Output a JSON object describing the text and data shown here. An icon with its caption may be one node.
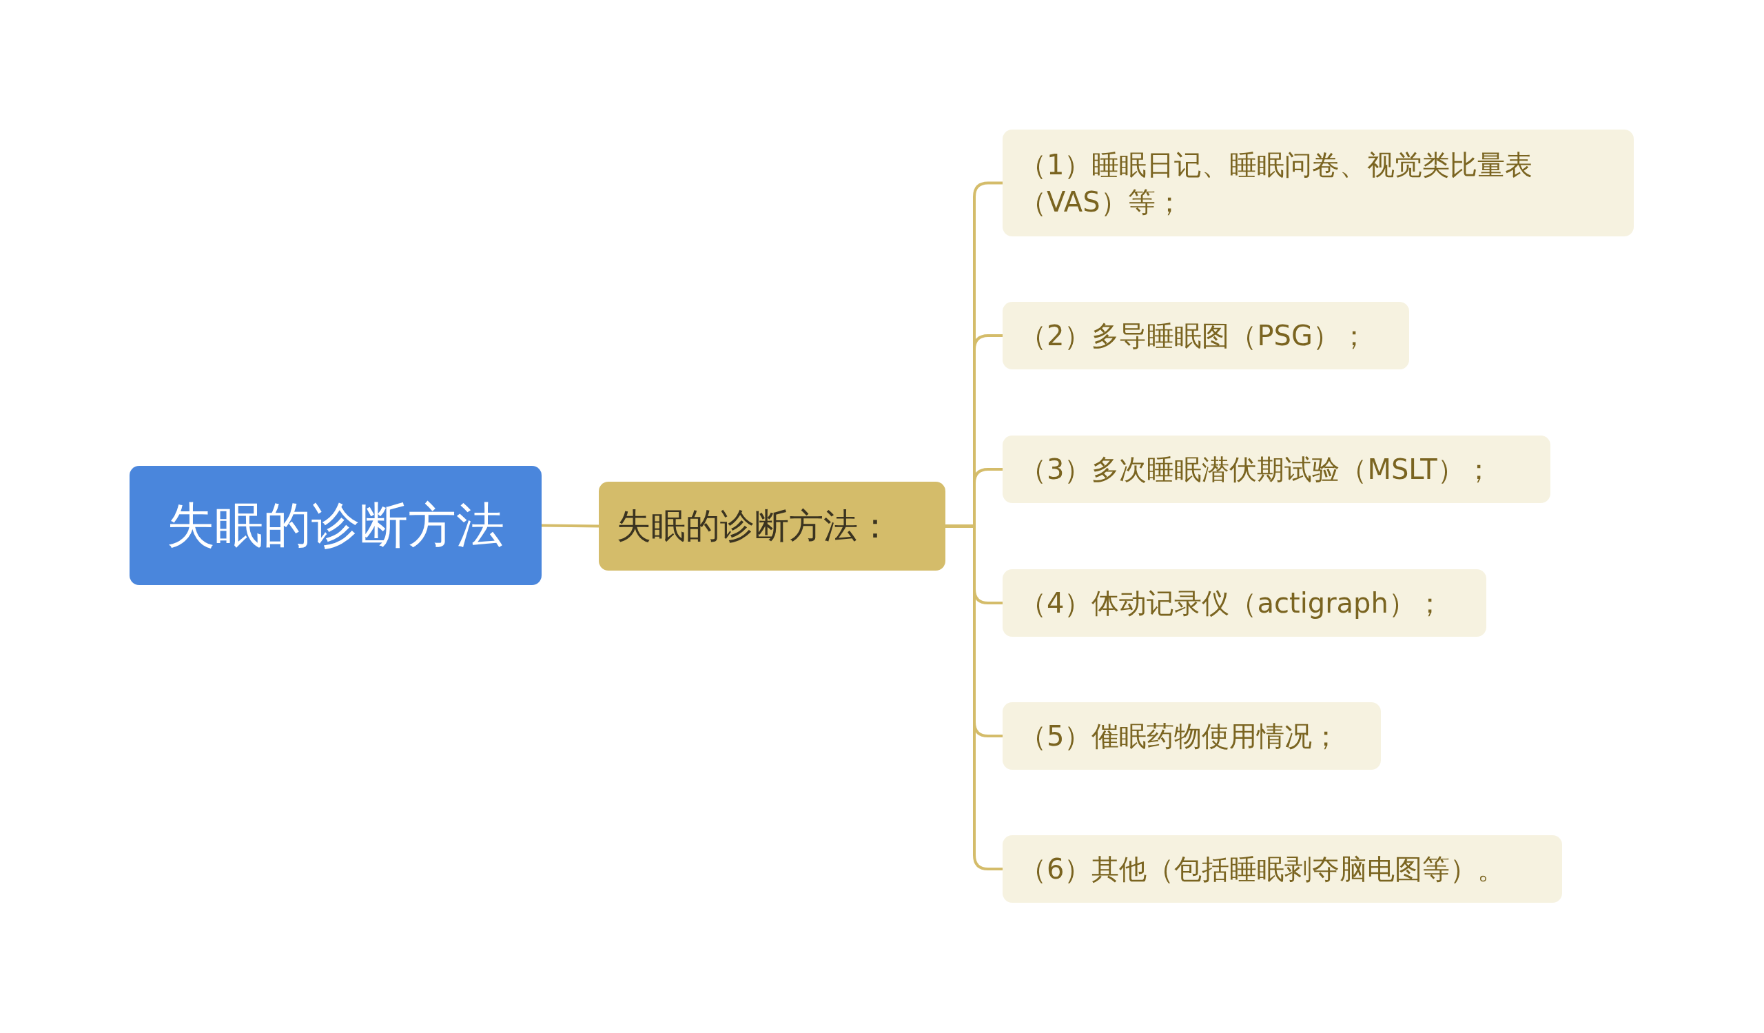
{
  "diagram": {
    "nodes": [
      {
        "text": [
          "失眠的诊断方法"
        ]
      },
      {
        "text": [
          "失眠的诊断方法："
        ]
      },
      {
        "text": [
          "（1）睡眠日记、睡眠问卷、视觉类比量表（VAS）等；"
        ]
      },
      {
        "text": [
          "（2）多导睡眠图（PSG）；"
        ]
      },
      {
        "text": [
          "（3）多次睡眠潜伏期试验（MSLT）；"
        ]
      },
      {
        "text": [
          "（4）体动记录仪（actigraph）；"
        ]
      },
      {
        "text": [
          "（5）催眠药物使用情况；"
        ]
      },
      {
        "text": [
          "（6）其他（包括睡眠剥夺脑电图等）。"
        ]
      }
    ],
    "edges": [
      {
        "from": 0,
        "to": 1,
        "arrow": "none"
      },
      {
        "from": 1,
        "to": 2,
        "arrow": "none"
      },
      {
        "from": 1,
        "to": 3,
        "arrow": "none"
      },
      {
        "from": 1,
        "to": 4,
        "arrow": "none"
      },
      {
        "from": 1,
        "to": 5,
        "arrow": "none"
      },
      {
        "from": 1,
        "to": 6,
        "arrow": "none"
      },
      {
        "from": 1,
        "to": 7,
        "arrow": "none"
      }
    ]
  }
}
